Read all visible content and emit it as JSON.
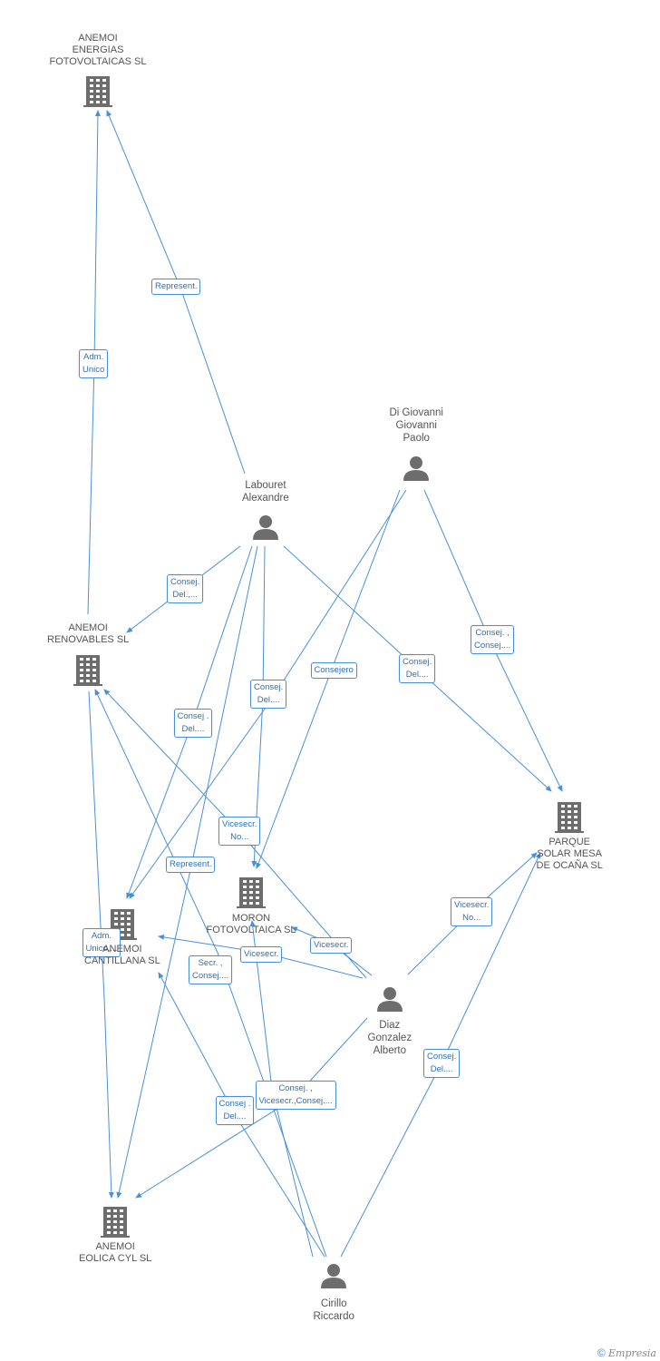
{
  "companies": [
    {
      "id": "c1",
      "label": "ANEMOI\nENERGIAS\nFOTOVOLTAICAS SL"
    },
    {
      "id": "c2",
      "label": "ANEMOI\nRENOVABLES SL"
    },
    {
      "id": "c3",
      "label": "ANEMOI\nCANTILLANA SL"
    },
    {
      "id": "c4",
      "label": "MORON\nFOTOVOLTAICA SL"
    },
    {
      "id": "c5",
      "label": "PARQUE\nSOLAR MESA\nDE OCAÑA SL"
    },
    {
      "id": "c6",
      "label": "ANEMOI\nEOLICA CYL  SL"
    }
  ],
  "persons": [
    {
      "id": "p1",
      "label": "Labouret\nAlexandre"
    },
    {
      "id": "p2",
      "label": "Di Giovanni\nGiovanni\nPaolo"
    },
    {
      "id": "p3",
      "label": "Diaz\nGonzalez\nAlberto"
    },
    {
      "id": "p4",
      "label": "Cirillo\nRiccardo"
    }
  ],
  "relations": [
    "Represent.",
    "Adm.\nUnico",
    "Consej.\nDel.,...",
    "Consejero",
    "Consej.\nDel....",
    "Consej. ,\nConsej....",
    "Consej .\nDel....",
    "Consej.\nDel....",
    "Vicesecr.\nNo...",
    "Represent.",
    "Adm.\nUnico,...",
    "Secr. ,\nConsej....",
    "Vicesecr.",
    "Vicesecr.",
    "Vicesecr.\nNo...",
    "Consej.\nDel....",
    "Consej .\nDel....",
    "Consej. ,\nVicesecr.,Consej...."
  ],
  "colors": {
    "edge": "#4a90d9",
    "icon": "#6d6d6d",
    "label_text": "#2f6fb7"
  },
  "footer": {
    "copyright": "©",
    "brand": "Empresia"
  }
}
